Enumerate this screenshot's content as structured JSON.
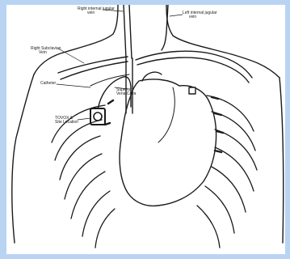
{
  "figure": {
    "colors": {
      "background": "#b9d4f3",
      "ink": "#1a1a1a",
      "paper": "#ffffff"
    },
    "labels": {
      "right_jugular_1": "Right internal jugular",
      "right_jugular_2": "vein",
      "left_jugular_1": "Left internal jugular",
      "left_jugular_2": "vein",
      "right_subclavian_1": "Right Subclavian",
      "right_subclavian_2": "Vein",
      "catheter": "Catheter",
      "svc_1": "Superior",
      "svc_2": "Vena Cava",
      "port_1": "TOVOX &",
      "port_2": "Site Location"
    }
  }
}
